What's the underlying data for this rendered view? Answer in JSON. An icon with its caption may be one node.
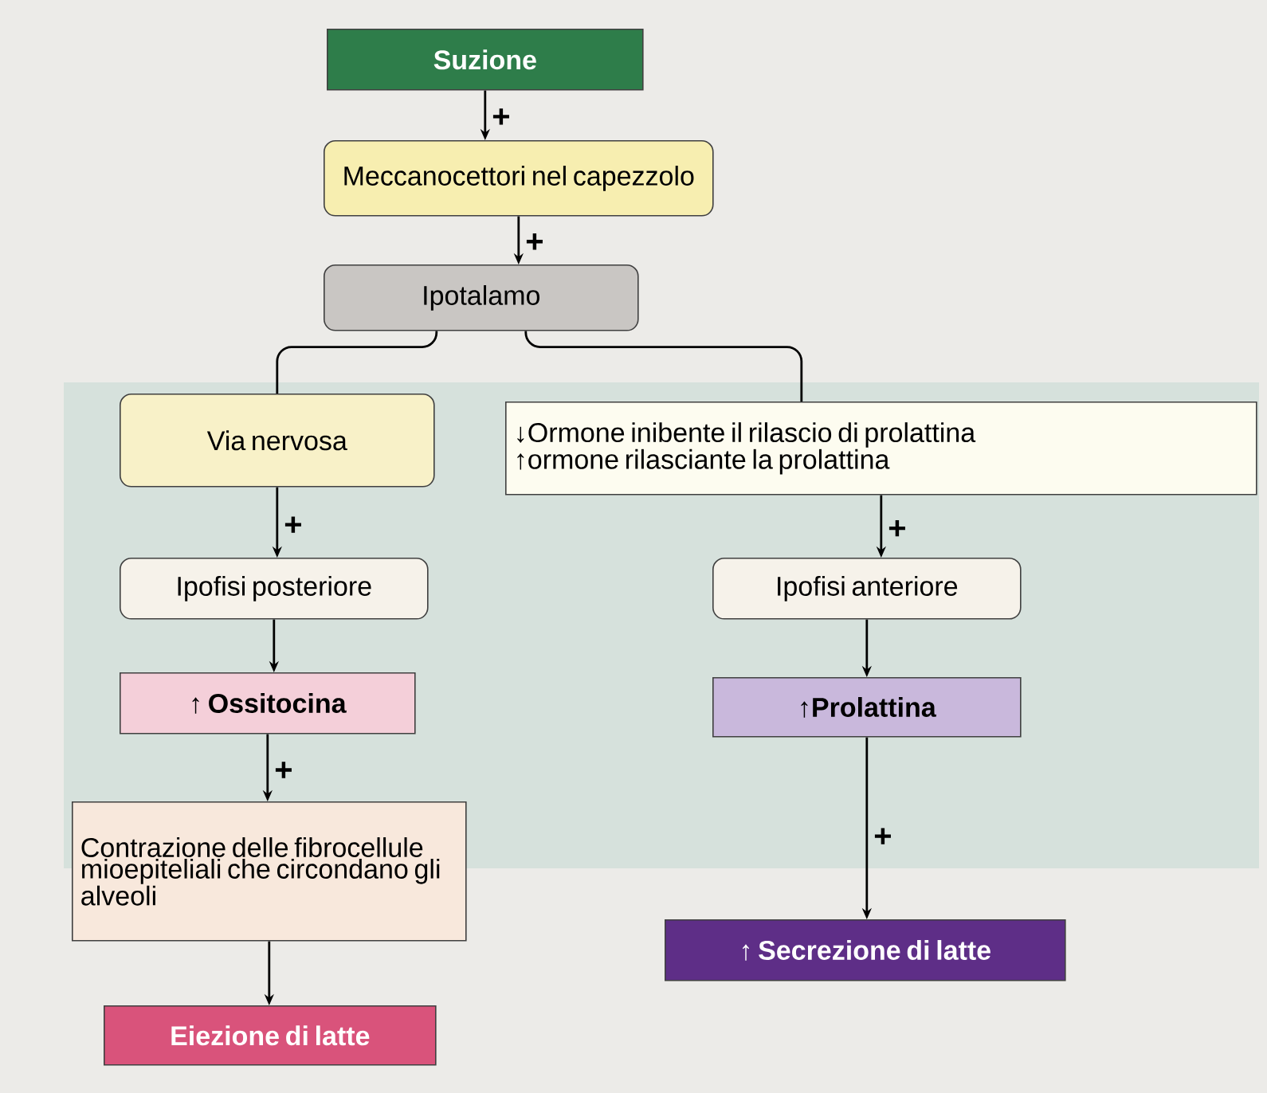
{
  "diagram": {
    "nodes": [
      {
        "text": [
          "Suzione"
        ]
      },
      {
        "text": [
          "Meccanocettori nel capezzolo"
        ]
      },
      {
        "text": [
          "Ipotalamo"
        ]
      },
      {
        "text": [
          "Via nervosa"
        ]
      },
      {
        "text": [
          "↓Ormone inibente il rilascio di prolattina",
          "↑ormone rilasciante la prolattina"
        ]
      },
      {
        "text": [
          "Ipofisi posteriore"
        ]
      },
      {
        "text": [
          "Ipofisi anteriore"
        ]
      },
      {
        "text": [
          "↑ Ossitocina"
        ]
      },
      {
        "text": [
          "↑Prolattina"
        ]
      },
      {
        "text": [
          "Contrazione delle fibrocellule mioepiteliali che circondano gli alveoli"
        ]
      },
      {
        "text": [
          "↑ Secrezione di latte"
        ]
      },
      {
        "text": [
          "Eiezione di latte"
        ]
      }
    ],
    "edges": [
      {
        "from": 0,
        "to": 1,
        "arrow": "to",
        "label": "+"
      },
      {
        "from": 1,
        "to": 2,
        "arrow": "to",
        "label": "+"
      },
      {
        "from": 2,
        "to": 3,
        "arrow": "none"
      },
      {
        "from": 2,
        "to": 4,
        "arrow": "none"
      },
      {
        "from": 3,
        "to": 5,
        "arrow": "to",
        "label": "+"
      },
      {
        "from": 4,
        "to": 6,
        "arrow": "to",
        "label": "+"
      },
      {
        "from": 5,
        "to": 7,
        "arrow": "to"
      },
      {
        "from": 6,
        "to": 8,
        "arrow": "to"
      },
      {
        "from": 7,
        "to": 9,
        "arrow": "to",
        "label": "+"
      },
      {
        "from": 8,
        "to": 10,
        "arrow": "to",
        "label": "+"
      },
      {
        "from": 9,
        "to": 11,
        "arrow": "to"
      }
    ]
  }
}
